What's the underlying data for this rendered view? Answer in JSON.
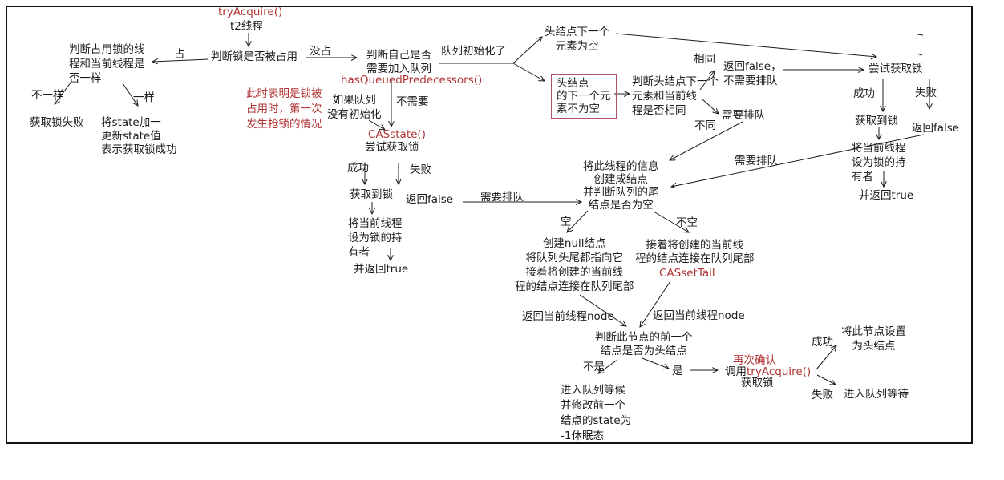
{
  "colors": {
    "text": "#1c1c1c",
    "accent_red": "#b03434",
    "box_border_red": "#b05060",
    "canvas_border": "#111111"
  },
  "nodes": {
    "fn_tryacquire": "tryAcquire()",
    "t2_thread": "t2线程",
    "check_lock_occupied": "判断锁是否被占用",
    "lbl_occupied": "占",
    "lbl_not_occupied": "没占",
    "check_same_thread": "判断占用锁的线\n程和当前线程是\n否一样",
    "lbl_not_same": "不一样",
    "lbl_same": "一样",
    "acquire_fail": "获取锁失败",
    "state_inc": "将state加一\n更新state值\n表示获取锁成功",
    "note_first_contention": "此时表明是锁被\n占用时，第一次\n发生抢锁的情况",
    "check_need_queue": "判断自己是否\n需要加入队列",
    "fn_has_queued": "hasQueuedPredecessors()",
    "lbl_queue_initialized": "队列初始化了",
    "lbl_queue_not_initialized": "如果队列\n没有初始化",
    "lbl_no_need": "不需要",
    "fn_casstate": "CASstate()",
    "try_lock_left": "尝试获取锁",
    "lbl_success_left": "成功",
    "lbl_fail_left": "失败",
    "got_lock_left": "获取到锁",
    "return_false_left": "返回false",
    "lbl_need_queue_mid": "需要排队",
    "set_owner_left": "将当前线程\n设为锁的持\n有者",
    "return_true_left": "并返回true",
    "head_next_empty": "头结点下一个\n元素为空",
    "head_next_not_empty": "头结点\n的下一个元\n素不为空",
    "check_head_next_same": "判断头结点下一个\n元素和当前线\n程是否相同",
    "lbl_same2": "相同",
    "return_false_no_queue": "返回false，\n不需要排队",
    "lbl_need_queue_1": "需要排队",
    "lbl_not_same2": "不同",
    "lbl_need_queue_2": "需要排队",
    "create_node_check_tail": "将此线程的信息\n创建成结点\n并判断队列的尾\n结点是否为空",
    "lbl_empty": "空",
    "lbl_not_empty": "不空",
    "create_null_node": "创建null结点\n将队列头尾都指向它\n接着将创建的当前线\n程的结点连接在队列尾部",
    "append_tail": "接着将创建的当前线\n程的结点连接在队列尾部",
    "fn_cassettail": "CASsetTail",
    "return_node_left": "返回当前线程node",
    "return_node_right": "返回当前线程node",
    "check_prev_head": "判断此节点的前一个\n结点是否为头结点",
    "lbl_not_head": "不是",
    "lbl_is_head": "是",
    "recheck_confirm": "再次确认",
    "recheck_call_prefix": "调用",
    "recheck_call_fn": "tryAcquire()",
    "recheck_get_lock": "获取锁",
    "lbl_success_bottom": "成功",
    "set_head_node": "将此节点设置\n为头结点",
    "lbl_fail_bottom": "失败",
    "enter_queue_wait": "进入队列等待",
    "enter_queue_sleep": "进入队列等候\n并修改前一个\n结点的state为\n-1休眠态",
    "try_lock_right": "尝试获取锁",
    "lbl_success_right": "成功",
    "lbl_fail_right": "失败",
    "got_lock_right": "获取到锁",
    "return_false_right": "返回false",
    "set_owner_right": "将当前线程\n设为锁的持\n有者",
    "return_true_right": "并返回true"
  }
}
